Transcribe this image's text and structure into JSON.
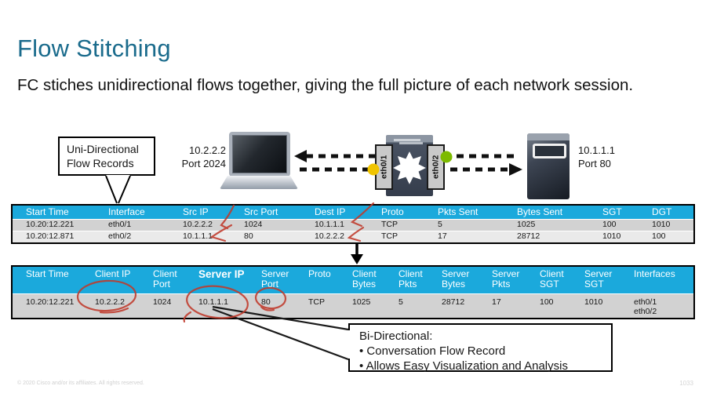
{
  "slide": {
    "title": "Flow Stitching",
    "subtitle": "FC stiches unidirectional flows together, giving the full picture of each network session.",
    "footer_left": "© 2020  Cisco and/or its affiliates. All rights reserved.",
    "slide_number": "1033"
  },
  "diagram": {
    "callout": {
      "line1": "Uni-Directional",
      "line2": "Flow Records"
    },
    "client_label": {
      "line1": "10.2.2.2",
      "line2": "Port 2024"
    },
    "server_label": {
      "line1": "10.1.1.1",
      "line2": "Port 80"
    },
    "switch_port_left": "eth0/1",
    "switch_port_right": "eth0/2"
  },
  "flow_table": {
    "headers": [
      "Start Time",
      "Interface",
      "Src IP",
      "Src Port",
      "Dest IP",
      "Proto",
      "Pkts Sent",
      "Bytes Sent",
      "SGT",
      "DGT"
    ],
    "rows": [
      [
        "10.20:12.221",
        "eth0/1",
        "10.2.2.2",
        "1024",
        "10.1.1.1",
        "TCP",
        "5",
        "1025",
        "100",
        "1010"
      ],
      [
        "10.20:12.871",
        "eth0/2",
        "10.1.1.1",
        "80",
        "10.2.2.2",
        "TCP",
        "17",
        "28712",
        "1010",
        "100"
      ]
    ]
  },
  "stitched_table": {
    "headers": [
      "Start Time",
      "Client IP",
      "Client Port",
      "Server IP",
      "Server Port",
      "Proto",
      "Client Bytes",
      "Client Pkts",
      "Server Bytes",
      "Server Pkts",
      "Client SGT",
      "Server SGT",
      "Interfaces"
    ],
    "rows": [
      [
        "10.20:12.221",
        "10.2.2.2",
        "1024",
        "10.1.1.1",
        "80",
        "TCP",
        "1025",
        "5",
        "28712",
        "17",
        "100",
        "1010",
        "eth0/1\neth0/2"
      ]
    ]
  },
  "bidirectional_note": {
    "title": "Bi-Directional:",
    "bullet1": "• Conversation Flow Record",
    "bullet2": "• Allows Easy Visualization and Analysis"
  },
  "colors": {
    "title_teal": "#1A6B8C",
    "table_header_cyan": "#1BA9DC",
    "annotation_red": "#C0392B",
    "dot_yellow": "#F0C400",
    "dot_green": "#7DBA00",
    "row_gray": "#D2D2D2"
  }
}
